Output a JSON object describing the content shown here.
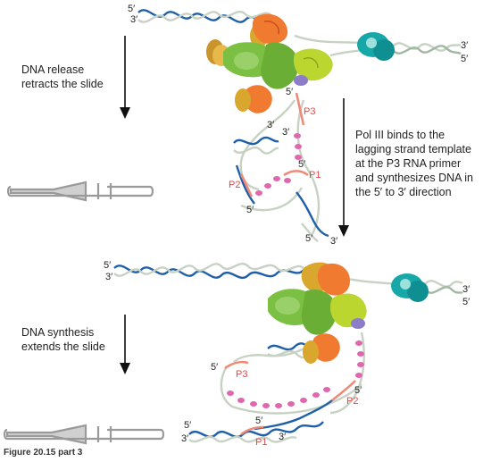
{
  "panel_top": {
    "side_caption_lines": [
      "DNA release",
      "retracts the slide"
    ],
    "right_caption_lines": [
      "Pol III binds to the",
      "lagging strand template",
      "at the P3 RNA primer",
      "and synthesizes DNA in",
      "the 5′ to 3′ direction"
    ],
    "end_labels": {
      "top_left_5": "5′",
      "top_left_3": "3′",
      "right_3": "3′",
      "right_5": "5′",
      "pol_5": "5′",
      "loop_3": "3′",
      "p3_3": "3′",
      "p1_5": "5′",
      "p2_5": "5′",
      "bottom_5": "5′",
      "bottom_3": "3′"
    },
    "primers": {
      "p1": "P1",
      "p2": "P2",
      "p3": "P3"
    }
  },
  "panel_bottom": {
    "side_caption_lines": [
      "DNA synthesis",
      "extends the slide"
    ],
    "end_labels": {
      "top_left_5": "5′",
      "top_left_3": "3′",
      "right_3": "3′",
      "right_5": "5′",
      "p3_5": "5′",
      "p2_5": "5′",
      "bottom_left_5": "5′",
      "bottom_left_3": "3′",
      "p1_5": "5′",
      "p1_3": "3′"
    },
    "primers": {
      "p1": "P1",
      "p2": "P2",
      "p3": "P3"
    }
  },
  "figure_caption": "Figure 20.15 part 3",
  "colors": {
    "dna_blue": "#1f5fa8",
    "dna_grey": "#c7d2c4",
    "primer": "#f08a78",
    "ssb_pink": "#e066b0",
    "clamp_green": "#7bc043",
    "core_lime": "#bcd630",
    "helicase_teal": "#16a8a8",
    "orange": "#f07a30",
    "gold": "#d9a72e",
    "tau_purple": "#8d7cc8"
  }
}
